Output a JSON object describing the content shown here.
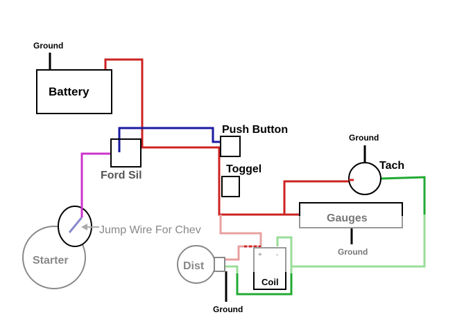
{
  "diagram": {
    "type": "wiring diagram",
    "components": {
      "battery": {
        "label": "Battery"
      },
      "ford_sil": {
        "label": "Ford Sil"
      },
      "push_button": {
        "label": "Push Button"
      },
      "toggel": {
        "label": "Toggel"
      },
      "tach": {
        "label": "Tach"
      },
      "gauges": {
        "label": "Gauges"
      },
      "starter": {
        "label": "Starter"
      },
      "jump_wire": {
        "label": "Jump Wire For Chev"
      },
      "dist": {
        "label": "Dist"
      },
      "coil": {
        "label": "Coil",
        "plus": "+",
        "minus": "-"
      }
    },
    "grounds": {
      "battery": "Ground",
      "tach": "Ground",
      "gauges": "Ground",
      "dist": "Ground"
    },
    "wire_colors": {
      "power": "#cc2222",
      "power_light": "#e8a0a0",
      "push_button": "#1a1aa0",
      "starter": "#cc33cc",
      "tach": "#22aa33",
      "tach_light": "#99dd99",
      "jump": "#8888cc",
      "outline": "#000000",
      "outline_gray": "#999999"
    }
  }
}
